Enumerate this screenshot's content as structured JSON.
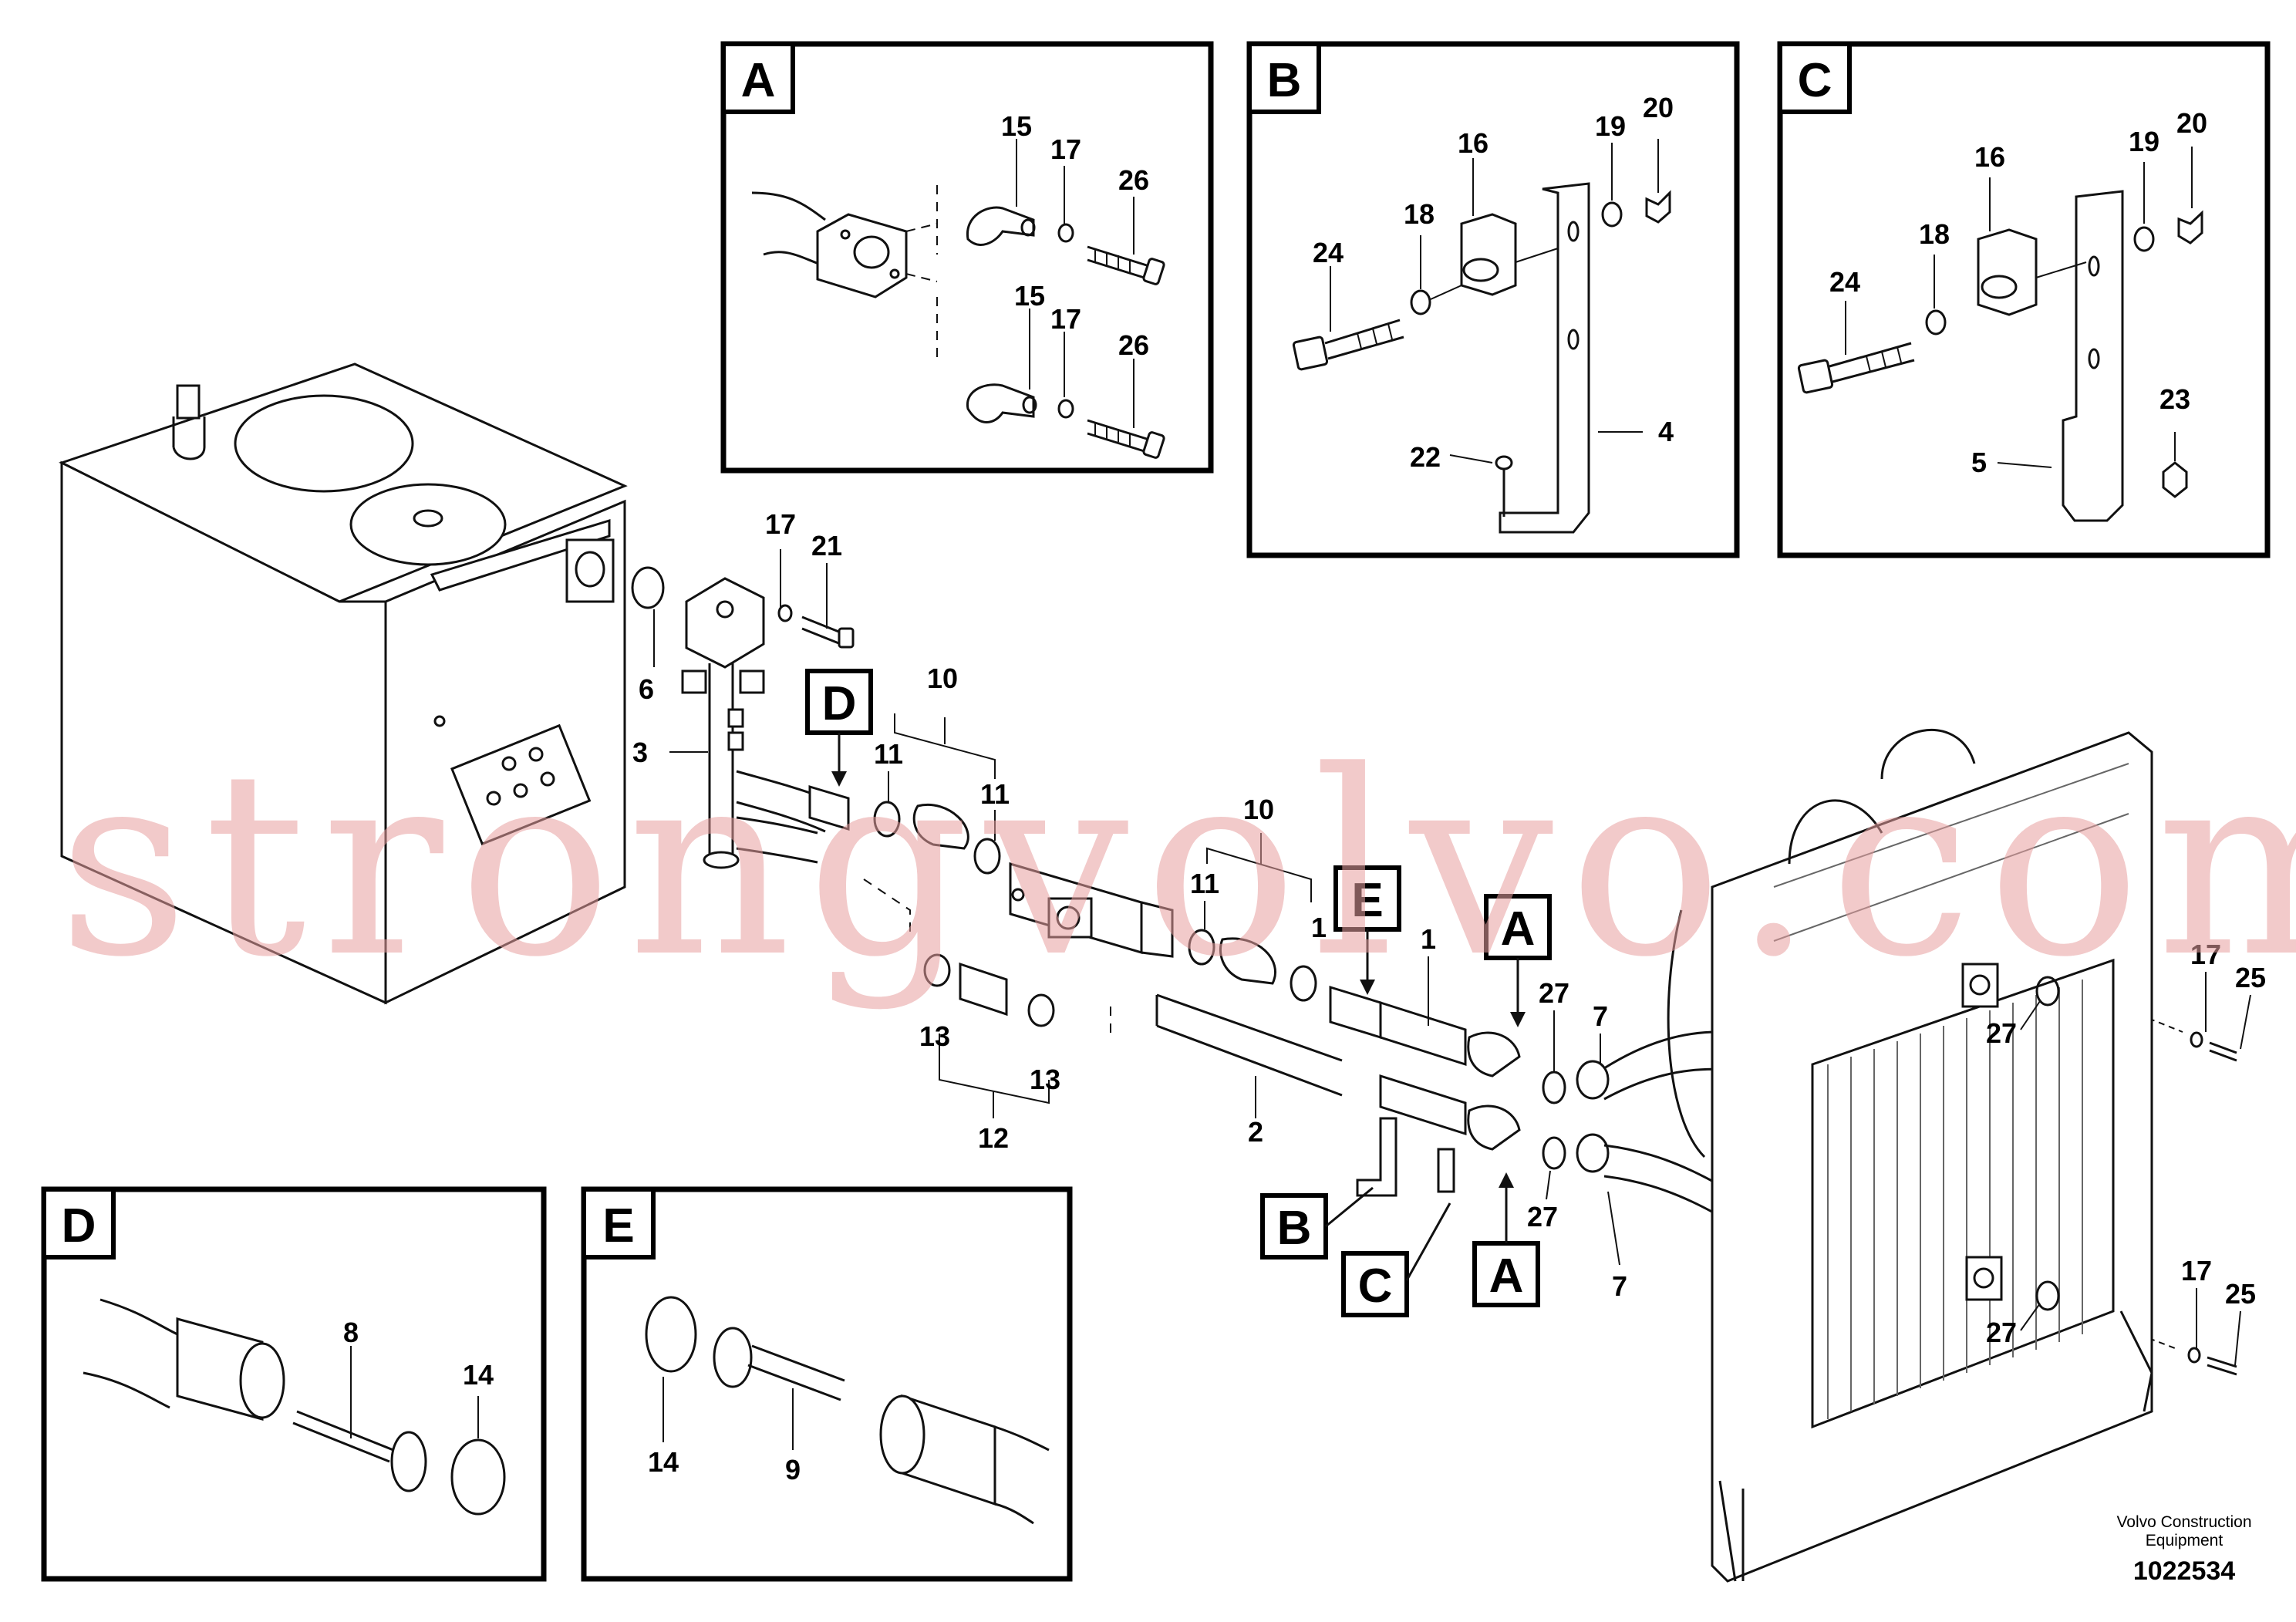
{
  "detail_panels": [
    {
      "tag": "A"
    },
    {
      "tag": "B"
    },
    {
      "tag": "C"
    },
    {
      "tag": "D"
    },
    {
      "tag": "E"
    }
  ],
  "callouts": {
    "a_15a": "15",
    "a_17a": "17",
    "a_26a": "26",
    "a_15b": "15",
    "a_17b": "17",
    "a_26b": "26",
    "b_16": "16",
    "b_19": "19",
    "b_20": "20",
    "b_18": "18",
    "b_24": "24",
    "b_4": "4",
    "b_22": "22",
    "c_16": "16",
    "c_19": "19",
    "c_20": "20",
    "c_18": "18",
    "c_24": "24",
    "c_23": "23",
    "c_5": "5",
    "d_8": "8",
    "d_14": "14",
    "e_14": "14",
    "e_9": "9",
    "m_17": "17",
    "m_21": "21",
    "m_6": "6",
    "m_3": "3",
    "m_10a": "10",
    "m_11a": "11",
    "m_11b": "11",
    "m_10b": "10",
    "m_11c": "11",
    "m_1a": "1",
    "m_1b": "1",
    "m_13a": "13",
    "m_13b": "13",
    "m_12": "12",
    "m_2": "2",
    "m_27a": "27",
    "m_7a": "7",
    "m_27b": "27",
    "m_7b": "7",
    "m_17r": "17",
    "m_25r": "25",
    "m_27r": "27",
    "m_17s": "17",
    "m_25s": "25",
    "m_27s": "27"
  },
  "main_tags": {
    "D": "D",
    "E": "E",
    "A_top": "A",
    "B": "B",
    "C": "C",
    "A_bottom": "A"
  },
  "watermark": "strongvolvo.com",
  "footer": {
    "maker_line1": "Volvo Construction",
    "maker_line2": "Equipment",
    "drawing_number": "1022534"
  }
}
